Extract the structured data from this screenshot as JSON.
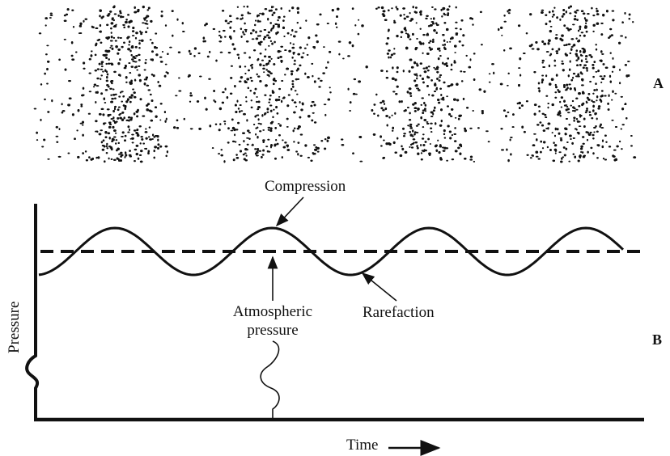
{
  "panel_a": {
    "letter": "A",
    "description_kind": "molecule-density-field",
    "bands": 4
  },
  "panel_b": {
    "letter": "B",
    "y_axis_label": "Pressure",
    "x_axis_label": "Time",
    "labels": {
      "compression": "Compression",
      "rarefaction": "Rarefaction",
      "atmospheric_line1": "Atmospheric",
      "atmospheric_line2": "pressure"
    }
  },
  "colors": {
    "ink": "#111111",
    "background": "#ffffff"
  }
}
